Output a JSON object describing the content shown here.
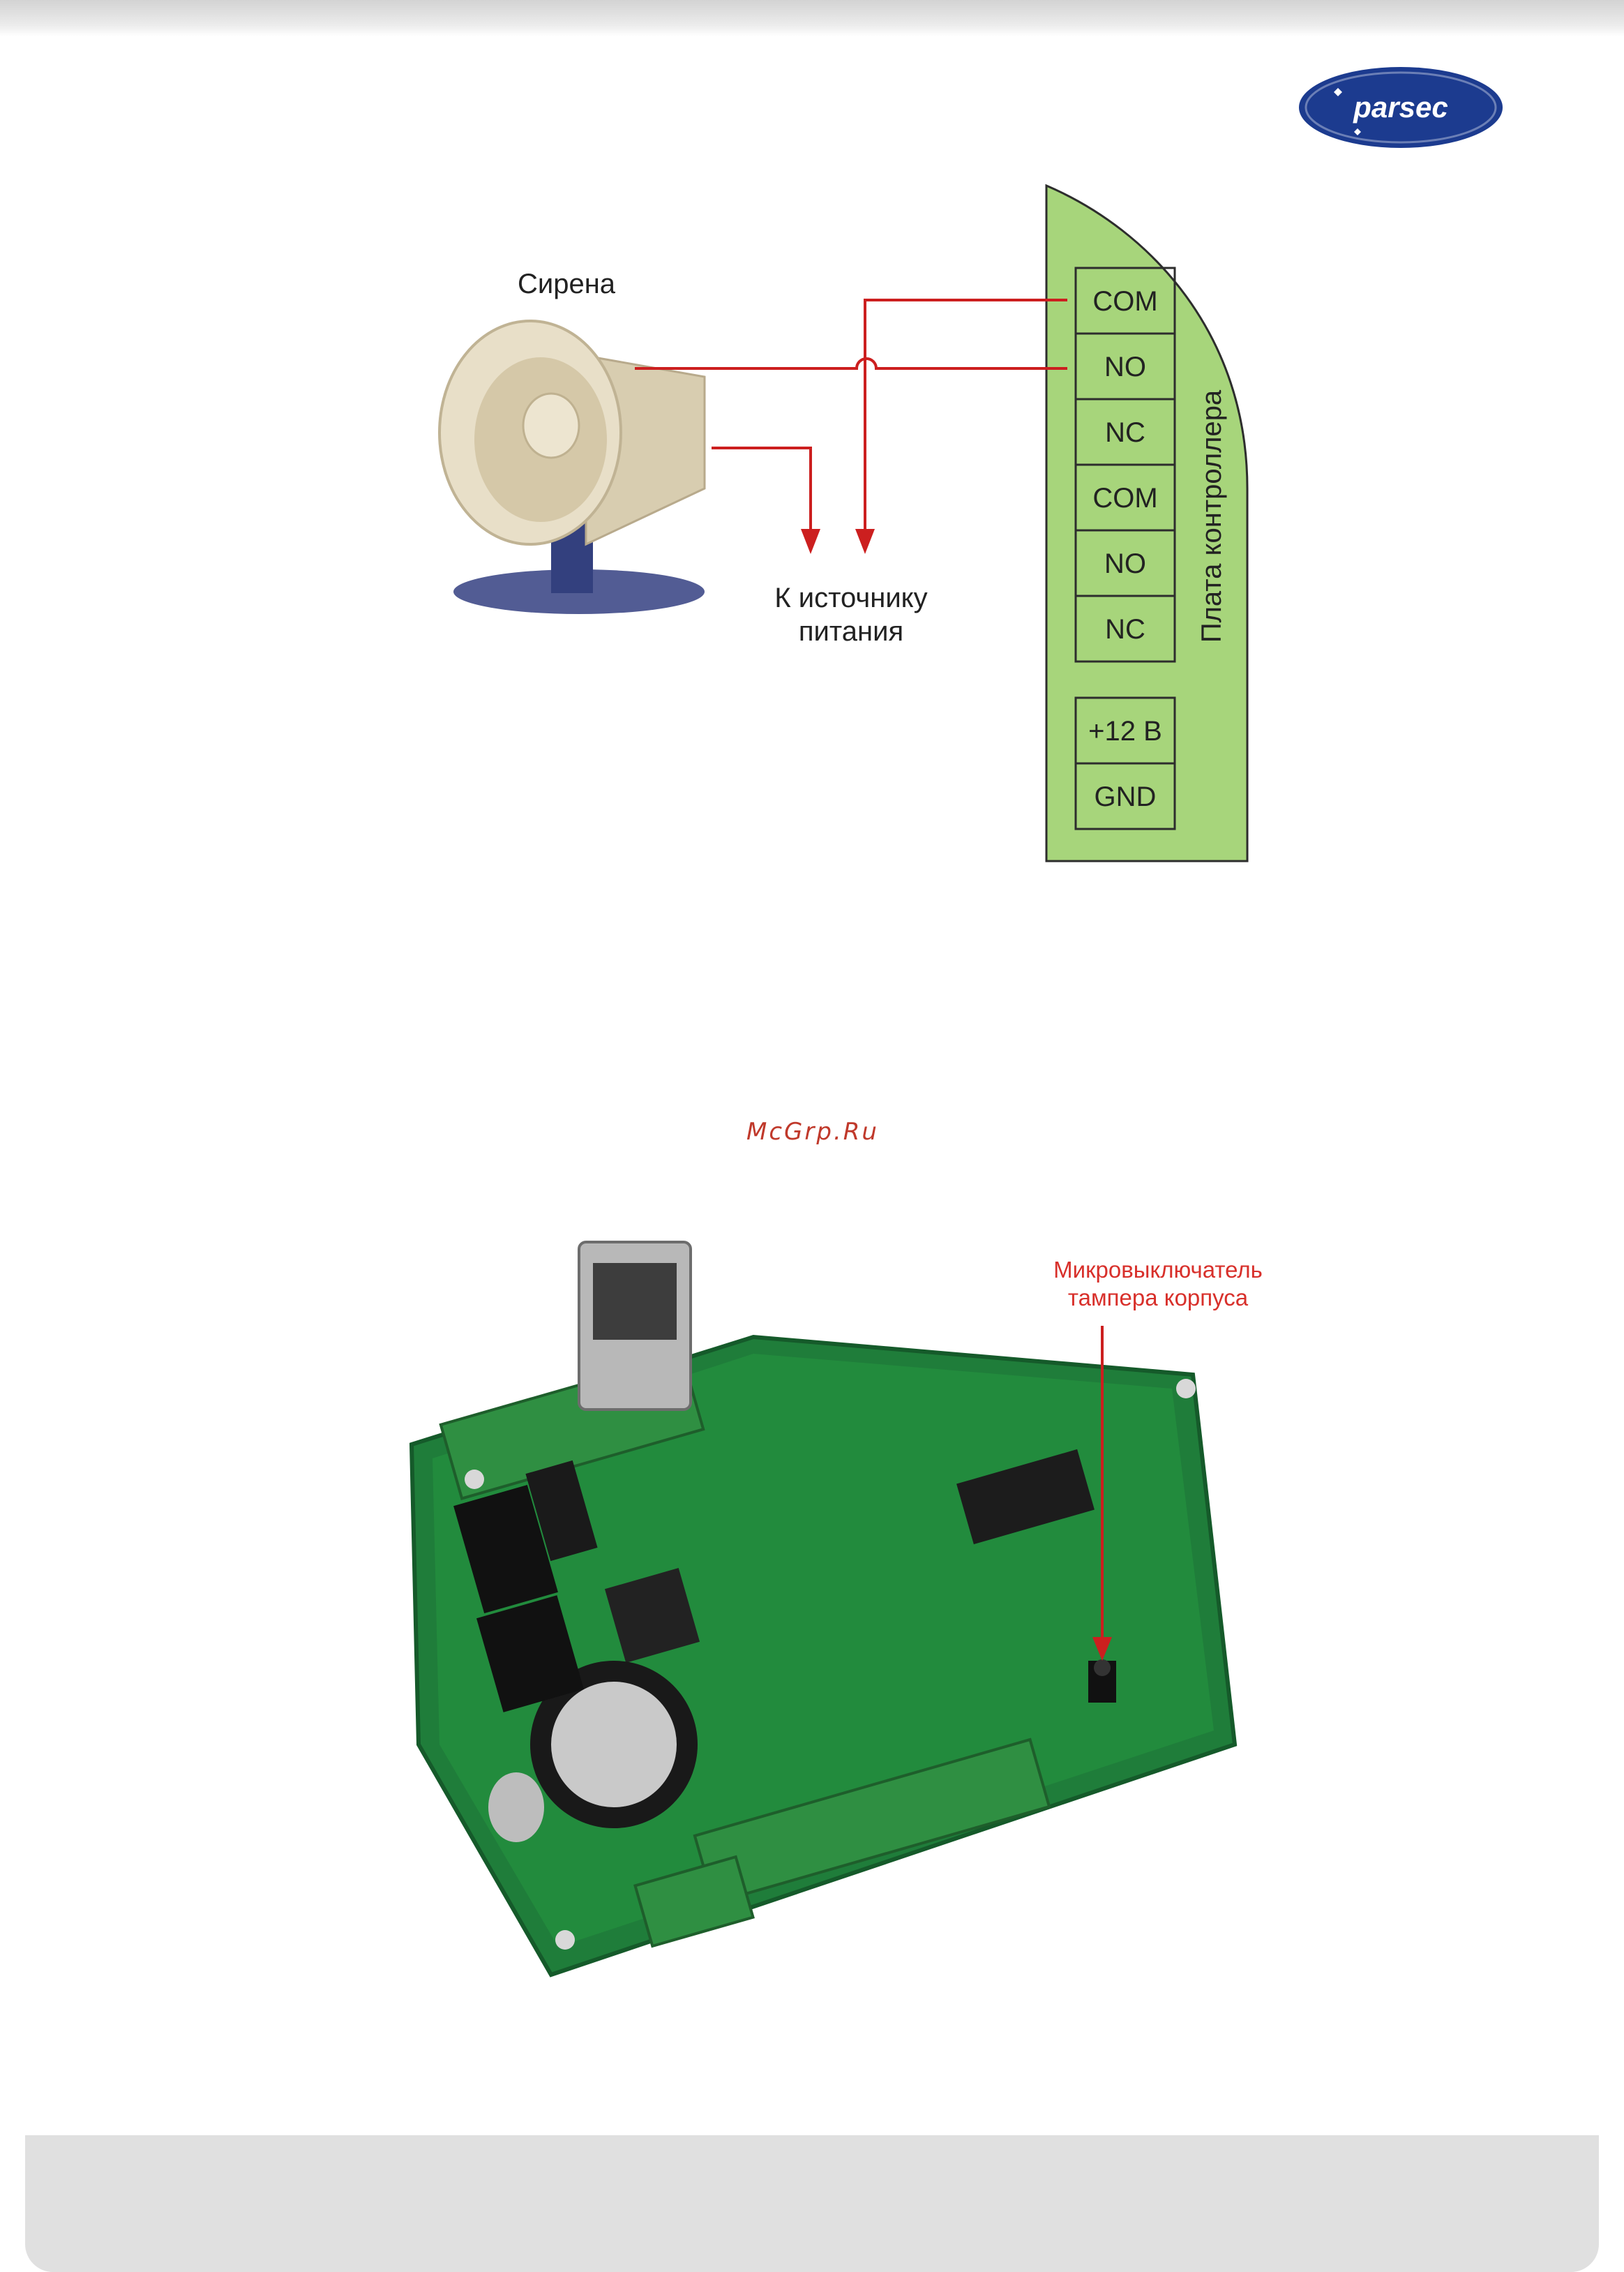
{
  "brand": {
    "logo_text": "parsec",
    "logo_color": "#1c3b8f"
  },
  "wiring_diagram": {
    "siren_label": "Сирена",
    "power_source_label_line1": "К источнику",
    "power_source_label_line2": "питания",
    "controller_board_label": "Плата контроллера",
    "terminals_group1": [
      "COM",
      "NO",
      "NC",
      "COM",
      "NO",
      "NC"
    ],
    "terminals_group2": [
      "+12 В",
      "GND"
    ],
    "board_color": "#a7d57b",
    "wire_color": "#cc1f1f"
  },
  "watermark": "McGrp.Ru",
  "board_photo": {
    "callout_line1": "Микровыключатель",
    "callout_line2": "тампера корпуса",
    "callout_color": "#d8302b"
  }
}
